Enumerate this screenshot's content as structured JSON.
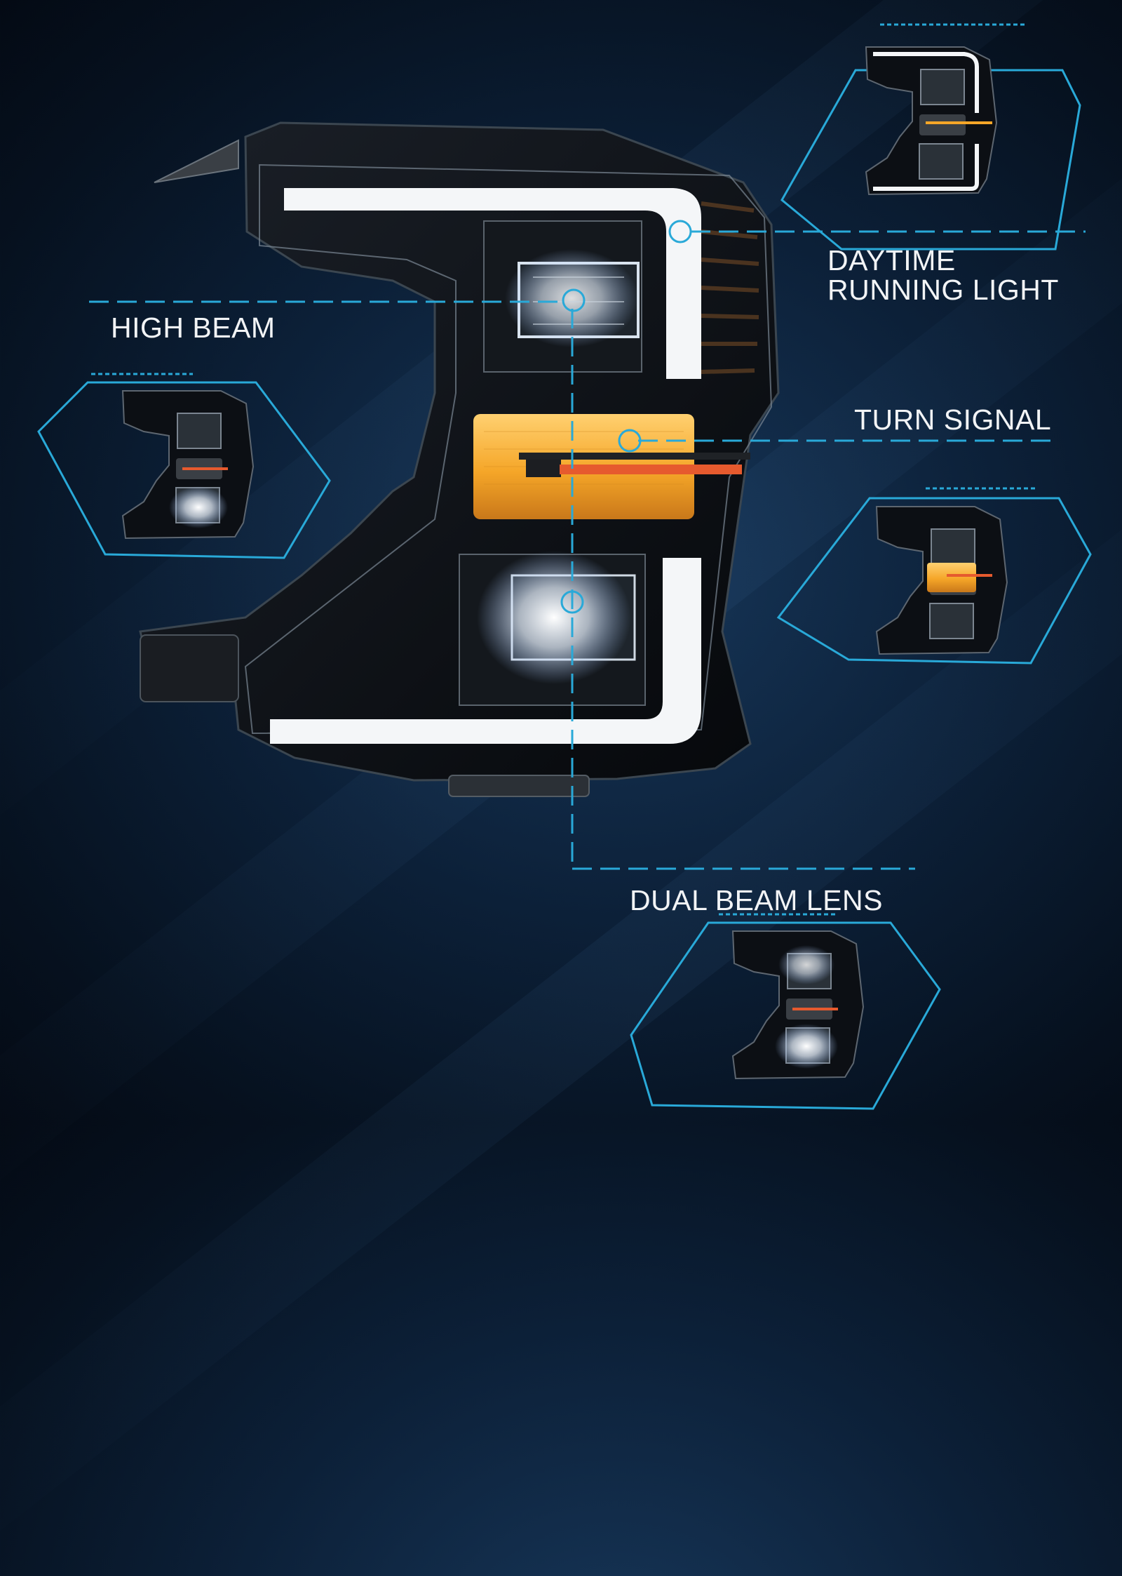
{
  "labels": {
    "drl": "DAYTIME\nRUNNING LIGHT",
    "high_beam": "HIGH BEAM",
    "turn_signal": "TURN SIGNAL",
    "dual_beam": "DUAL BEAM LENS"
  },
  "colors": {
    "accent": "#29a9d8",
    "drl_white": "#f4f6f8",
    "amber": "#f5a628",
    "housing": "#0a0d12"
  }
}
